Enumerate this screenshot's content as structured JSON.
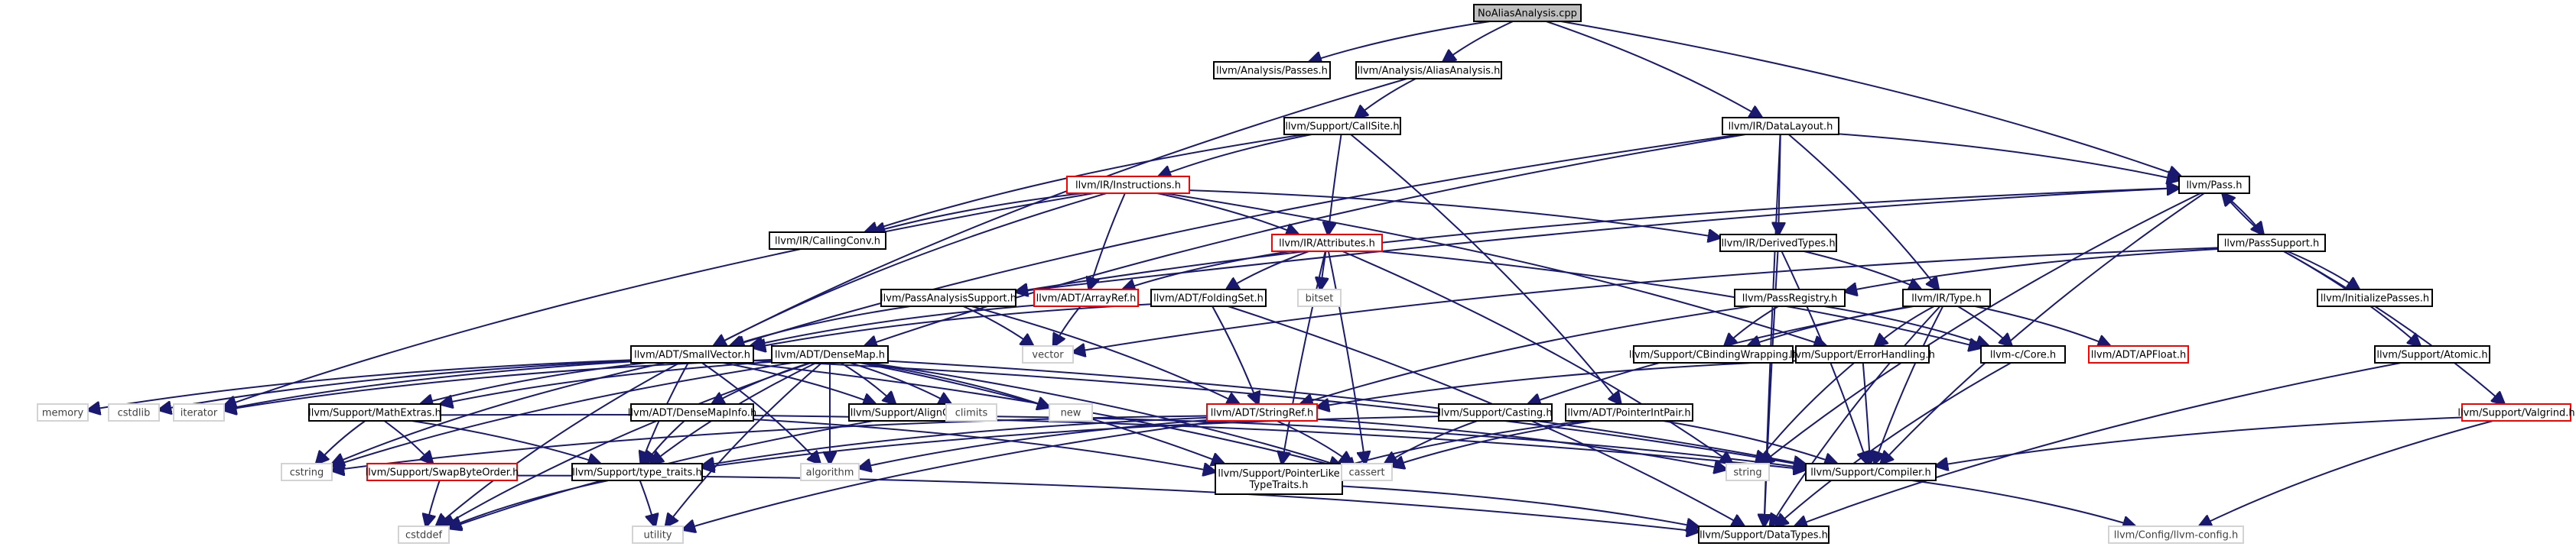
{
  "colors": {
    "background": "#ffffff",
    "edge": "#191970",
    "node_border": "#000000",
    "node_border_incomplete": "#ff0000",
    "root_fill": "#bfbfbf",
    "node_fill": "#ffffff",
    "text": "#000000",
    "system_text": "#404040",
    "system_border": "#d3d3d3"
  },
  "graph": {
    "nodes": [
      {
        "id": "root",
        "label": "NoAliasAnalysis.cpp",
        "kind": "root"
      },
      {
        "id": "passes",
        "label": "llvm/Analysis/Passes.h",
        "kind": "file"
      },
      {
        "id": "aliasanalysis",
        "label": "llvm/Analysis/AliasAnalysis.h",
        "kind": "file"
      },
      {
        "id": "callsite",
        "label": "llvm/Support/CallSite.h",
        "kind": "file"
      },
      {
        "id": "datalayout",
        "label": "llvm/IR/DataLayout.h",
        "kind": "file"
      },
      {
        "id": "pass",
        "label": "llvm/Pass.h",
        "kind": "file"
      },
      {
        "id": "instructions",
        "label": "llvm/IR/Instructions.h",
        "kind": "red"
      },
      {
        "id": "passsupport",
        "label": "llvm/PassSupport.h",
        "kind": "file"
      },
      {
        "id": "callingconv",
        "label": "llvm/IR/CallingConv.h",
        "kind": "file"
      },
      {
        "id": "attributes",
        "label": "llvm/IR/Attributes.h",
        "kind": "red"
      },
      {
        "id": "derivedtypes",
        "label": "llvm/IR/DerivedTypes.h",
        "kind": "file"
      },
      {
        "id": "passanalysissupport",
        "label": "llvm/PassAnalysisSupport.h",
        "kind": "file"
      },
      {
        "id": "arrayref",
        "label": "llvm/ADT/ArrayRef.h",
        "kind": "red"
      },
      {
        "id": "foldingset",
        "label": "llvm/ADT/FoldingSet.h",
        "kind": "file"
      },
      {
        "id": "bitset",
        "label": "bitset",
        "kind": "system"
      },
      {
        "id": "passregistry",
        "label": "llvm/PassRegistry.h",
        "kind": "file"
      },
      {
        "id": "type",
        "label": "llvm/IR/Type.h",
        "kind": "file"
      },
      {
        "id": "initializepasses",
        "label": "llvm/InitializePasses.h",
        "kind": "file"
      },
      {
        "id": "vector",
        "label": "vector",
        "kind": "system"
      },
      {
        "id": "cbindingwrapping",
        "label": "llvm/Support/CBindingWrapping.h",
        "kind": "file"
      },
      {
        "id": "ccore",
        "label": "llvm-c/Core.h",
        "kind": "file"
      },
      {
        "id": "apfloat",
        "label": "llvm/ADT/APFloat.h",
        "kind": "red"
      },
      {
        "id": "atomic",
        "label": "llvm/Support/Atomic.h",
        "kind": "file"
      },
      {
        "id": "smallvector",
        "label": "llvm/ADT/SmallVector.h",
        "kind": "file"
      },
      {
        "id": "densemap",
        "label": "llvm/ADT/DenseMap.h",
        "kind": "file"
      },
      {
        "id": "errorhandling",
        "label": "llvm/Support/ErrorHandling.h",
        "kind": "file"
      },
      {
        "id": "memory",
        "label": "memory",
        "kind": "system"
      },
      {
        "id": "cstdlib",
        "label": "cstdlib",
        "kind": "system"
      },
      {
        "id": "iterator",
        "label": "iterator",
        "kind": "system"
      },
      {
        "id": "mathextras",
        "label": "llvm/Support/MathExtras.h",
        "kind": "file"
      },
      {
        "id": "densemapinfo",
        "label": "llvm/ADT/DenseMapInfo.h",
        "kind": "file"
      },
      {
        "id": "alignof",
        "label": "llvm/Support/AlignOf.h",
        "kind": "file"
      },
      {
        "id": "climits",
        "label": "climits",
        "kind": "system"
      },
      {
        "id": "new",
        "label": "new",
        "kind": "system"
      },
      {
        "id": "stringref",
        "label": "llvm/ADT/StringRef.h",
        "kind": "red"
      },
      {
        "id": "casting",
        "label": "llvm/Support/Casting.h",
        "kind": "file"
      },
      {
        "id": "pointerintpair",
        "label": "llvm/ADT/PointerIntPair.h",
        "kind": "file"
      },
      {
        "id": "valgrind",
        "label": "llvm/Support/Valgrind.h",
        "kind": "red"
      },
      {
        "id": "cstring",
        "label": "cstring",
        "kind": "system"
      },
      {
        "id": "swapbyteorder",
        "label": "llvm/Support/SwapByteOrder.h",
        "kind": "red"
      },
      {
        "id": "typetraits",
        "label": "llvm/Support/type_traits.h",
        "kind": "file"
      },
      {
        "id": "algorithm",
        "label": "algorithm",
        "kind": "system"
      },
      {
        "id": "pointerliketypetraits",
        "label": "llvm/Support/PointerLike\nTypeTraits.h",
        "kind": "file"
      },
      {
        "id": "cassert",
        "label": "cassert",
        "kind": "system"
      },
      {
        "id": "string",
        "label": "string",
        "kind": "system"
      },
      {
        "id": "compiler",
        "label": "llvm/Support/Compiler.h",
        "kind": "file"
      },
      {
        "id": "cstddef",
        "label": "cstddef",
        "kind": "system"
      },
      {
        "id": "utility",
        "label": "utility",
        "kind": "system"
      },
      {
        "id": "datatypes",
        "label": "llvm/Support/DataTypes.h",
        "kind": "file"
      },
      {
        "id": "llvmconfig",
        "label": "llvm/Config/llvm-config.h",
        "kind": "system"
      }
    ],
    "edges": [
      [
        "root",
        "passes"
      ],
      [
        "root",
        "aliasanalysis"
      ],
      [
        "root",
        "datalayout"
      ],
      [
        "root",
        "pass"
      ],
      [
        "aliasanalysis",
        "callsite"
      ],
      [
        "aliasanalysis",
        "smallvector"
      ],
      [
        "callsite",
        "instructions"
      ],
      [
        "callsite",
        "attributes"
      ],
      [
        "callsite",
        "callingconv"
      ],
      [
        "callsite",
        "pointerintpair"
      ],
      [
        "datalayout",
        "derivedtypes"
      ],
      [
        "datalayout",
        "type"
      ],
      [
        "datalayout",
        "pass"
      ],
      [
        "datalayout",
        "densemap"
      ],
      [
        "datalayout",
        "smallvector"
      ],
      [
        "datalayout",
        "datatypes"
      ],
      [
        "pass",
        "passsupport"
      ],
      [
        "pass",
        "passanalysissupport"
      ],
      [
        "pass",
        "string"
      ],
      [
        "pass",
        "compiler"
      ],
      [
        "passsupport",
        "pass"
      ],
      [
        "passsupport",
        "passregistry"
      ],
      [
        "passsupport",
        "initializepasses"
      ],
      [
        "passsupport",
        "atomic"
      ],
      [
        "passsupport",
        "valgrind"
      ],
      [
        "passsupport",
        "vector"
      ],
      [
        "instructions",
        "attributes"
      ],
      [
        "instructions",
        "callingconv"
      ],
      [
        "instructions",
        "derivedtypes"
      ],
      [
        "instructions",
        "arrayref"
      ],
      [
        "instructions",
        "smallvector"
      ],
      [
        "instructions",
        "iterator"
      ],
      [
        "instructions",
        "errorhandling"
      ],
      [
        "attributes",
        "arrayref"
      ],
      [
        "attributes",
        "foldingset"
      ],
      [
        "attributes",
        "bitset"
      ],
      [
        "attributes",
        "cassert"
      ],
      [
        "attributes",
        "string"
      ],
      [
        "attributes",
        "pointerliketypetraits"
      ],
      [
        "attributes",
        "ccore"
      ],
      [
        "derivedtypes",
        "type"
      ],
      [
        "derivedtypes",
        "compiler"
      ],
      [
        "derivedtypes",
        "datatypes"
      ],
      [
        "passanalysissupport",
        "vector"
      ],
      [
        "passanalysissupport",
        "smallvector"
      ],
      [
        "passanalysissupport",
        "stringref"
      ],
      [
        "passanalysissupport",
        "pass"
      ],
      [
        "arrayref",
        "smallvector"
      ],
      [
        "arrayref",
        "vector"
      ],
      [
        "foldingset",
        "smallvector"
      ],
      [
        "foldingset",
        "stringref"
      ],
      [
        "foldingset",
        "datatypes"
      ],
      [
        "passregistry",
        "stringref"
      ],
      [
        "passregistry",
        "cbindingwrapping"
      ],
      [
        "passregistry",
        "ccore"
      ],
      [
        "type",
        "ccore"
      ],
      [
        "type",
        "apfloat"
      ],
      [
        "type",
        "casting"
      ],
      [
        "type",
        "errorhandling"
      ],
      [
        "type",
        "cbindingwrapping"
      ],
      [
        "type",
        "datatypes"
      ],
      [
        "type",
        "compiler"
      ],
      [
        "valgrind",
        "compiler"
      ],
      [
        "valgrind",
        "llvmconfig"
      ],
      [
        "atomic",
        "datatypes"
      ],
      [
        "ccore",
        "datatypes"
      ],
      [
        "smallvector",
        "alignof"
      ],
      [
        "smallvector",
        "compiler"
      ],
      [
        "smallvector",
        "mathextras"
      ],
      [
        "smallvector",
        "typetraits"
      ],
      [
        "smallvector",
        "algorithm"
      ],
      [
        "smallvector",
        "cassert"
      ],
      [
        "smallvector",
        "cstddef"
      ],
      [
        "smallvector",
        "cstdlib"
      ],
      [
        "smallvector",
        "cstring"
      ],
      [
        "smallvector",
        "iterator"
      ],
      [
        "smallvector",
        "memory"
      ],
      [
        "densemap",
        "densemapinfo"
      ],
      [
        "densemap",
        "alignof"
      ],
      [
        "densemap",
        "mathextras"
      ],
      [
        "densemap",
        "pointerliketypetraits"
      ],
      [
        "densemap",
        "typetraits"
      ],
      [
        "densemap",
        "algorithm"
      ],
      [
        "densemap",
        "cassert"
      ],
      [
        "densemap",
        "climits"
      ],
      [
        "densemap",
        "cstddef"
      ],
      [
        "densemap",
        "cstring"
      ],
      [
        "densemap",
        "iterator"
      ],
      [
        "densemap",
        "new"
      ],
      [
        "densemap",
        "utility"
      ],
      [
        "densemap",
        "compiler"
      ],
      [
        "errorhandling",
        "compiler"
      ],
      [
        "errorhandling",
        "string"
      ],
      [
        "errorhandling",
        "stringref"
      ],
      [
        "mathextras",
        "compiler"
      ],
      [
        "mathextras",
        "swapbyteorder"
      ],
      [
        "mathextras",
        "typetraits"
      ],
      [
        "mathextras",
        "cstring"
      ],
      [
        "densemapinfo",
        "pointerliketypetraits"
      ],
      [
        "densemapinfo",
        "typetraits"
      ],
      [
        "alignof",
        "cstddef"
      ],
      [
        "alignof",
        "compiler"
      ],
      [
        "stringref",
        "typetraits"
      ],
      [
        "stringref",
        "algorithm"
      ],
      [
        "stringref",
        "cassert"
      ],
      [
        "stringref",
        "cstring"
      ],
      [
        "stringref",
        "limits"
      ],
      [
        "stringref",
        "string"
      ],
      [
        "stringref",
        "utility"
      ],
      [
        "casting",
        "typetraits"
      ],
      [
        "casting",
        "cassert"
      ],
      [
        "pointerintpair",
        "pointerliketypetraits"
      ],
      [
        "pointerintpair",
        "cassert"
      ],
      [
        "pointerintpair",
        "compiler"
      ],
      [
        "swapbyteorder",
        "cstddef"
      ],
      [
        "swapbyteorder",
        "datatypes"
      ],
      [
        "typetraits",
        "cstddef"
      ],
      [
        "typetraits",
        "utility"
      ],
      [
        "pointerliketypetraits",
        "datatypes"
      ],
      [
        "compiler",
        "llvmconfig"
      ]
    ]
  }
}
